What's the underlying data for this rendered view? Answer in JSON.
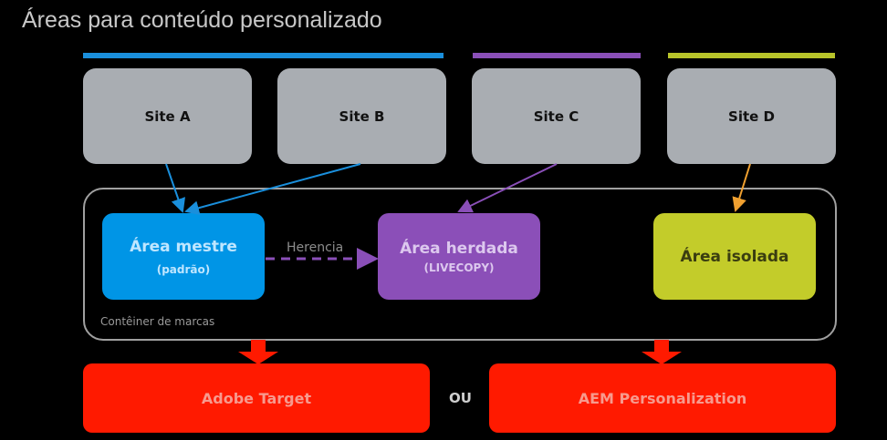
{
  "title": "Áreas para conteúdo personalizado",
  "colors": {
    "blue": "#0095e6",
    "purple": "#8b4fb8",
    "olive": "#c3cc2a",
    "red": "#ff1a00",
    "site_gray": "#a9adb2",
    "orange": "#f0a030"
  },
  "sites": [
    "Site A",
    "Site B",
    "Site C",
    "Site D"
  ],
  "container_label": "Contêiner de marcas",
  "areas": {
    "master": {
      "label": "Área mestre",
      "sub": "(padrão)"
    },
    "inherited": {
      "label": "Área herdada",
      "sub": "(LIVECOPY)"
    },
    "isolated": {
      "label": "Área isolada"
    }
  },
  "inheritance_label": "Herencia",
  "targets": {
    "left": "Adobe Target",
    "or": "OU",
    "right": "AEM Personalization"
  }
}
